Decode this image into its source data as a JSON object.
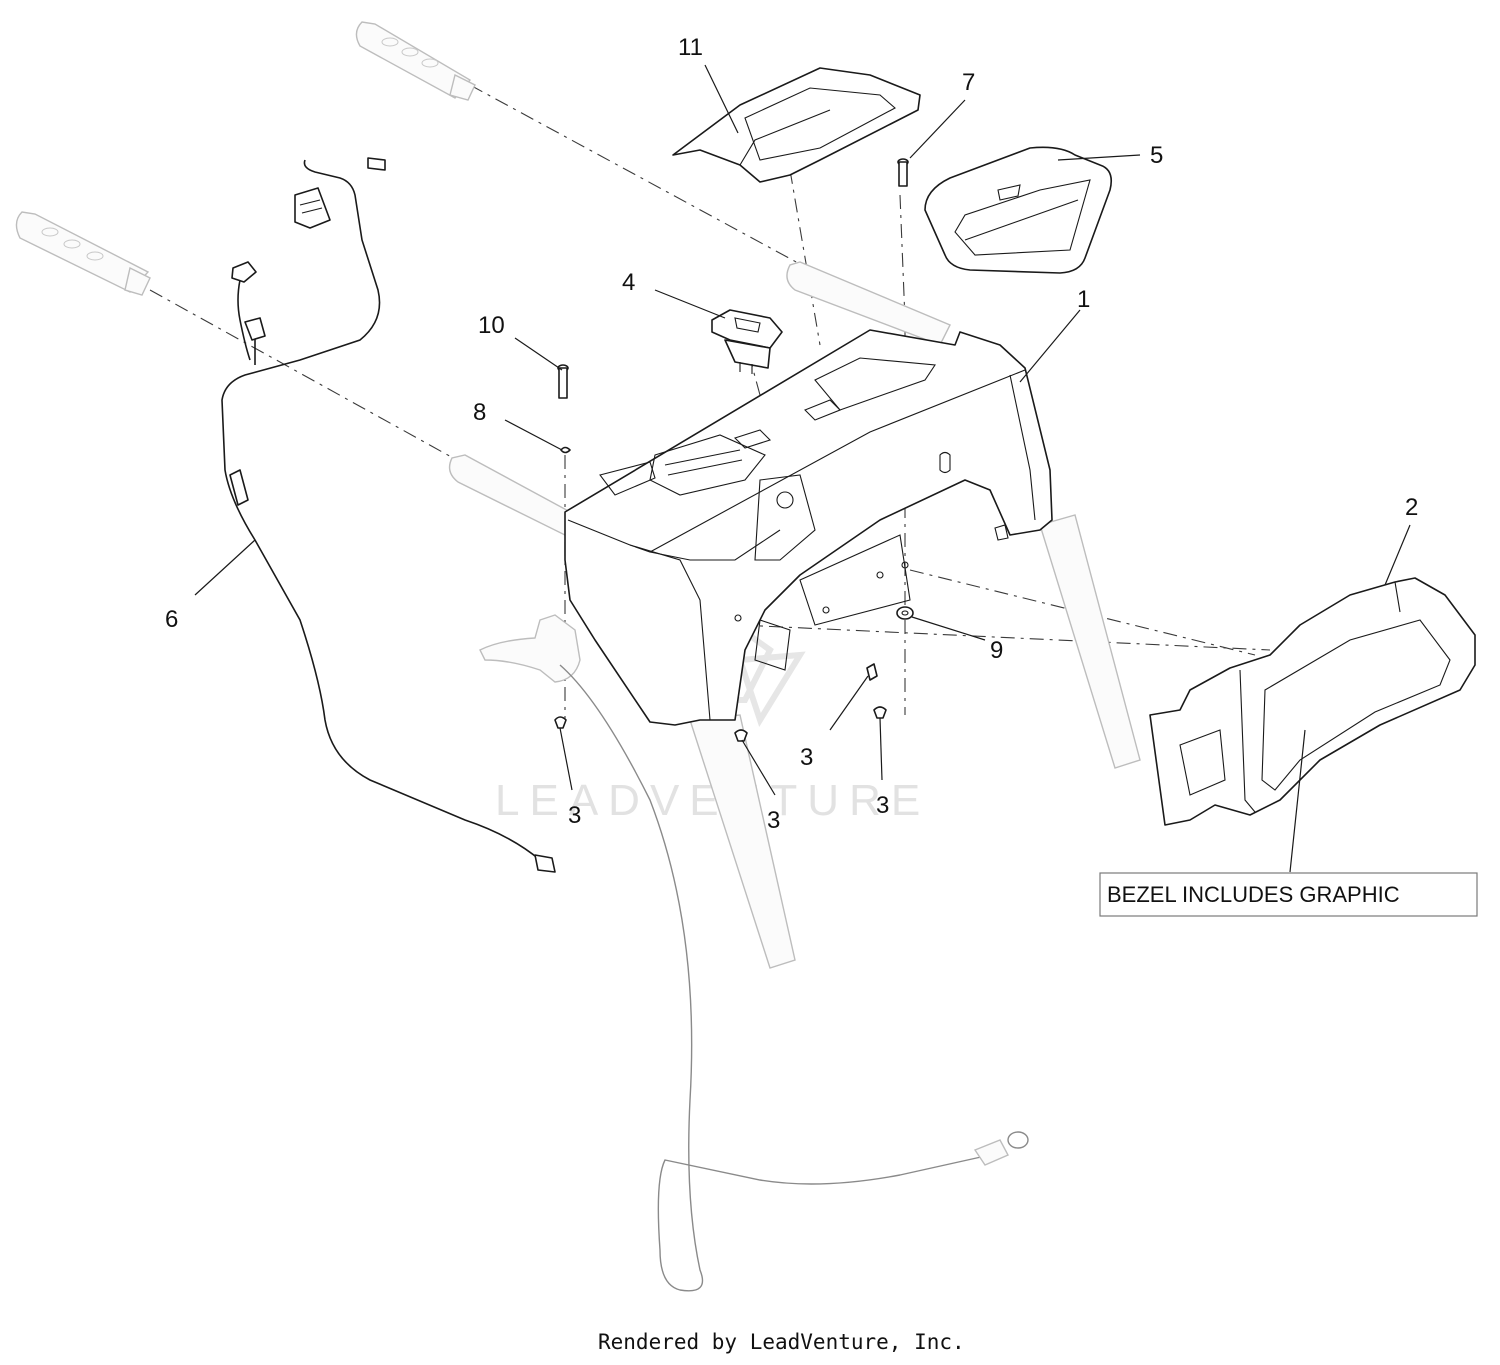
{
  "callouts": {
    "c1": "1",
    "c2": "2",
    "c3a": "3",
    "c3b": "3",
    "c3c": "3",
    "c3d": "3",
    "c4": "4",
    "c5": "5",
    "c6": "6",
    "c7": "7",
    "c8": "8",
    "c9": "9",
    "c10": "10",
    "c11": "11"
  },
  "note": {
    "text": "BEZEL INCLUDES GRAPHIC"
  },
  "watermark": {
    "text": "LEADVENTURE"
  },
  "footer": {
    "text": "Rendered by LeadVenture, Inc."
  }
}
